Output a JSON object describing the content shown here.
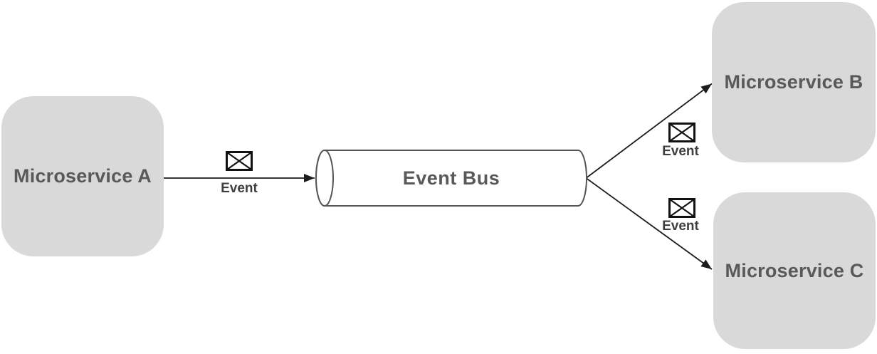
{
  "diagram": {
    "type": "event-bus-architecture",
    "nodes": [
      {
        "id": "microservice-a",
        "label": "Microservice A"
      },
      {
        "id": "microservice-b",
        "label": "Microservice B"
      },
      {
        "id": "microservice-c",
        "label": "Microservice C"
      }
    ],
    "bus": {
      "label": "Event Bus",
      "shape": "horizontal-cylinder"
    },
    "edges": [
      {
        "from": "microservice-a",
        "to": "event-bus",
        "label": "Event",
        "icon": "envelope-icon"
      },
      {
        "from": "event-bus",
        "to": "microservice-b",
        "label": "Event",
        "icon": "envelope-icon"
      },
      {
        "from": "event-bus",
        "to": "microservice-c",
        "label": "Event",
        "icon": "envelope-icon"
      }
    ],
    "colors": {
      "node_fill": "#d9d9d9",
      "node_text": "#595959",
      "bus_fill": "#ffffff",
      "bus_stroke": "#555555",
      "arrow": "#1c1c1c",
      "edge_label_text": "#3f3f3f",
      "envelope": "#111111"
    }
  }
}
